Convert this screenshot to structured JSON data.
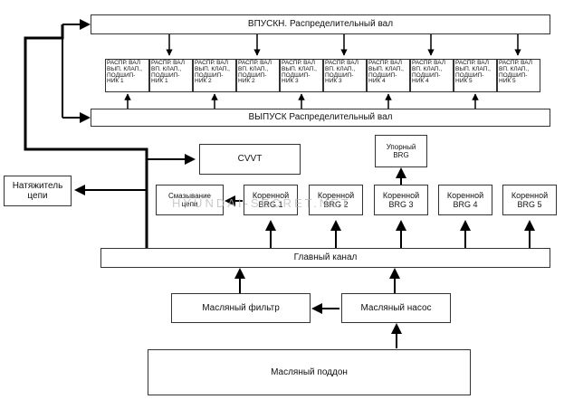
{
  "intake_bar": "ВПУСКН. Распределительный вал",
  "exhaust_bar": "ВЫПУСК Распределительный вал",
  "cam_cells": [
    "РАСПР. ВАЛ\nВЫП. КЛАП.,\nПОДШИП-\nНИК 1",
    "РАСПР. ВАЛ\nВП. КЛАП.,\nПОДШИП-\nНИК 1",
    "РАСПР. ВАЛ\nВЫП. КЛАП.,\nПОДШИП-\nНИК 2",
    "РАСПР. ВАЛ\nВП. КЛАП.,\nПОДШИП-\nНИК 2",
    "РАСПР. ВАЛ\nВЫП. КЛАП.,\nПОДШИП-\nНИК 3",
    "РАСПР. ВАЛ\nВП. КЛАП.,\nПОДШИП-\nНИК 3",
    "РАСПР. ВАЛ\nВЫП. КЛАП.,\nПОДШИП-\nНИК 4",
    "РАСПР. ВАЛ\nВП. КЛАП.,\nПОДШИП-\nНИК 4",
    "РАСПР. ВАЛ\nВЫП. КЛАП.,\nПОДШИП-\nНИК 5",
    "РАСПР. ВАЛ\nВП. КЛАП.,\nПОДШИП-\nНИК 5"
  ],
  "cvvt": "CVVT",
  "tensioner": "Натяжитель\nцепи",
  "thrust_brg": "Упорный\nBRG",
  "lubrication": "Смазывание\nцепи",
  "main_brgs": [
    "Коренной\nBRG 1",
    "Коренной\nBRG 2",
    "Коренной\nBRG 3",
    "Коренной\nBRG 4",
    "Коренной\nBRG 5"
  ],
  "main_gallery": "Главный канал",
  "oil_filter": "Масляный фильтр",
  "oil_pump": "Масляный насос",
  "oil_pan": "Масляный поддон",
  "watermark": "HYUNDAI-SECRET.NET"
}
